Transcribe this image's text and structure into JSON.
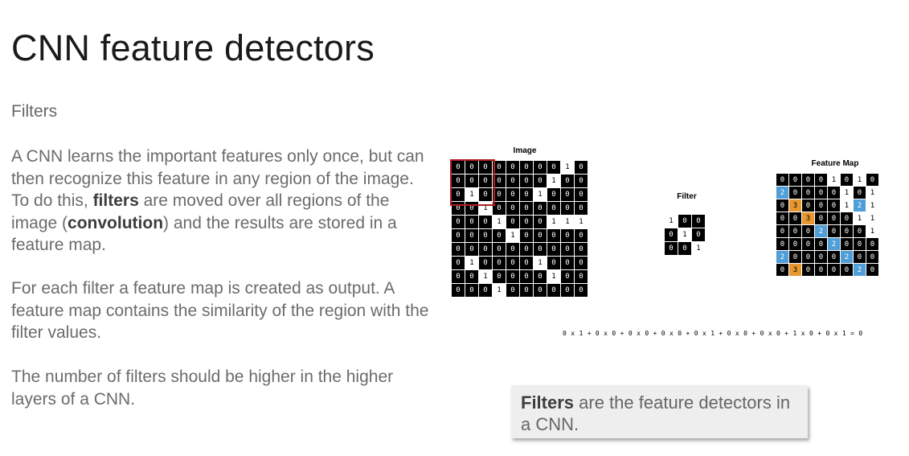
{
  "slide": {
    "title": "CNN feature detectors",
    "subtitle": "Filters",
    "p1": [
      {
        "text": "A CNN learns the important features only once, but can then recognize this feature in any region of the image. To do this, ",
        "bold": false
      },
      {
        "text": "filters",
        "bold": true
      },
      {
        "text": " are moved over all regions of the image (",
        "bold": false
      },
      {
        "text": "convolution",
        "bold": true
      },
      {
        "text": ") and the results are stored in a feature map.",
        "bold": false
      }
    ],
    "p2": [
      {
        "text": "For each filter a feature map is created as output. A feature map contains the similarity of the region with the filter values.",
        "bold": false
      }
    ],
    "p3": [
      {
        "text": "The number of filters should be higher in the higher layers of a CNN.",
        "bold": false
      }
    ],
    "callout": [
      {
        "text": "Filters",
        "bold": true
      },
      {
        "text": " are the feature detectors in a CNN.",
        "bold": false
      }
    ]
  },
  "diagram": {
    "image": {
      "label": "Image",
      "rows": [
        [
          0,
          0,
          0,
          0,
          0,
          0,
          0,
          0,
          1,
          0
        ],
        [
          0,
          0,
          0,
          0,
          0,
          0,
          0,
          1,
          0,
          0
        ],
        [
          0,
          1,
          0,
          0,
          0,
          0,
          1,
          0,
          0,
          0
        ],
        [
          0,
          0,
          1,
          0,
          0,
          0,
          0,
          0,
          0,
          0
        ],
        [
          0,
          0,
          0,
          1,
          0,
          0,
          0,
          1,
          1,
          1
        ],
        [
          0,
          0,
          0,
          0,
          1,
          0,
          0,
          0,
          0,
          0
        ],
        [
          0,
          0,
          0,
          0,
          0,
          0,
          0,
          0,
          0,
          0
        ],
        [
          0,
          1,
          0,
          0,
          0,
          0,
          1,
          0,
          0,
          0
        ],
        [
          0,
          0,
          1,
          0,
          0,
          0,
          0,
          1,
          0,
          0
        ],
        [
          0,
          0,
          0,
          1,
          0,
          0,
          0,
          0,
          0,
          0
        ]
      ]
    },
    "filter": {
      "label": "Filter",
      "rows": [
        [
          1,
          0,
          0
        ],
        [
          0,
          1,
          0
        ],
        [
          0,
          0,
          1
        ]
      ]
    },
    "feature_map": {
      "label": "Feature Map",
      "rows": [
        [
          0,
          0,
          0,
          0,
          1,
          0,
          1,
          0
        ],
        [
          2,
          0,
          0,
          0,
          0,
          1,
          0,
          1
        ],
        [
          0,
          3,
          0,
          0,
          0,
          1,
          2,
          1
        ],
        [
          0,
          0,
          3,
          0,
          0,
          0,
          1,
          1
        ],
        [
          0,
          0,
          0,
          2,
          0,
          0,
          0,
          1
        ],
        [
          0,
          0,
          0,
          0,
          2,
          0,
          0,
          0
        ],
        [
          2,
          0,
          0,
          0,
          0,
          2,
          0,
          0
        ],
        [
          0,
          3,
          0,
          0,
          0,
          0,
          2,
          0
        ]
      ],
      "colors": {
        "orange": "#e8962f",
        "blue": "#4f9ed8"
      }
    },
    "equation": "0 x 1 + 0 x 0 + 0 x 0 + 0 x 0 + 0 x 1 + 0 x 0 + 0 x 0 + 1 x 0 + 0 x 1 = 0"
  }
}
